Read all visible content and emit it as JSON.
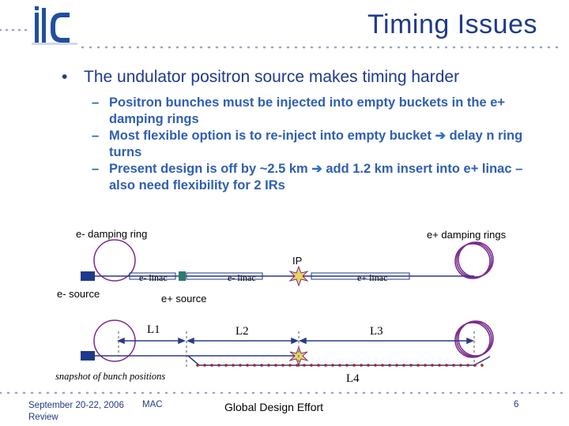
{
  "header": {
    "title": "Timing Issues",
    "logo_text": "ilc"
  },
  "content": {
    "main_bullet": "The undulator positron source makes timing harder",
    "sub_bullets": [
      {
        "text": "Positron bunches must be injected into empty buckets in the e+ damping rings",
        "arrow_tail": ""
      },
      {
        "text": "Most flexible option is to re-inject into empty bucket",
        "arrow_tail": "delay n ring turns"
      },
      {
        "text": "Present design is off by ~2.5 km",
        "arrow_tail": "add 1.2 km insert into e+ linac – also need flexibility for 2 IRs"
      }
    ]
  },
  "diagram": {
    "em_damping_ring": "e- damping ring",
    "ep_damping_rings": "e+ damping rings",
    "ip": "IP",
    "em_linac_1": "e- linac",
    "em_linac_2": "e- linac",
    "ep_linac": "e+ linac",
    "em_source": "e- source",
    "ep_source": "e+ source",
    "L1": "L1",
    "L2": "L2",
    "L3": "L3",
    "L4": "L4",
    "snapshot_caption": "snapshot of bunch positions",
    "colors": {
      "ring": "#7a2a8c",
      "line": "#2a3a8c",
      "bunch": "#b0201c",
      "source": "#1f3a8a"
    }
  },
  "footer": {
    "date_line1": "September 20-22, 2006",
    "date_line2": "Review",
    "org": "MAC",
    "center": "Global Design Effort",
    "page": "6"
  }
}
